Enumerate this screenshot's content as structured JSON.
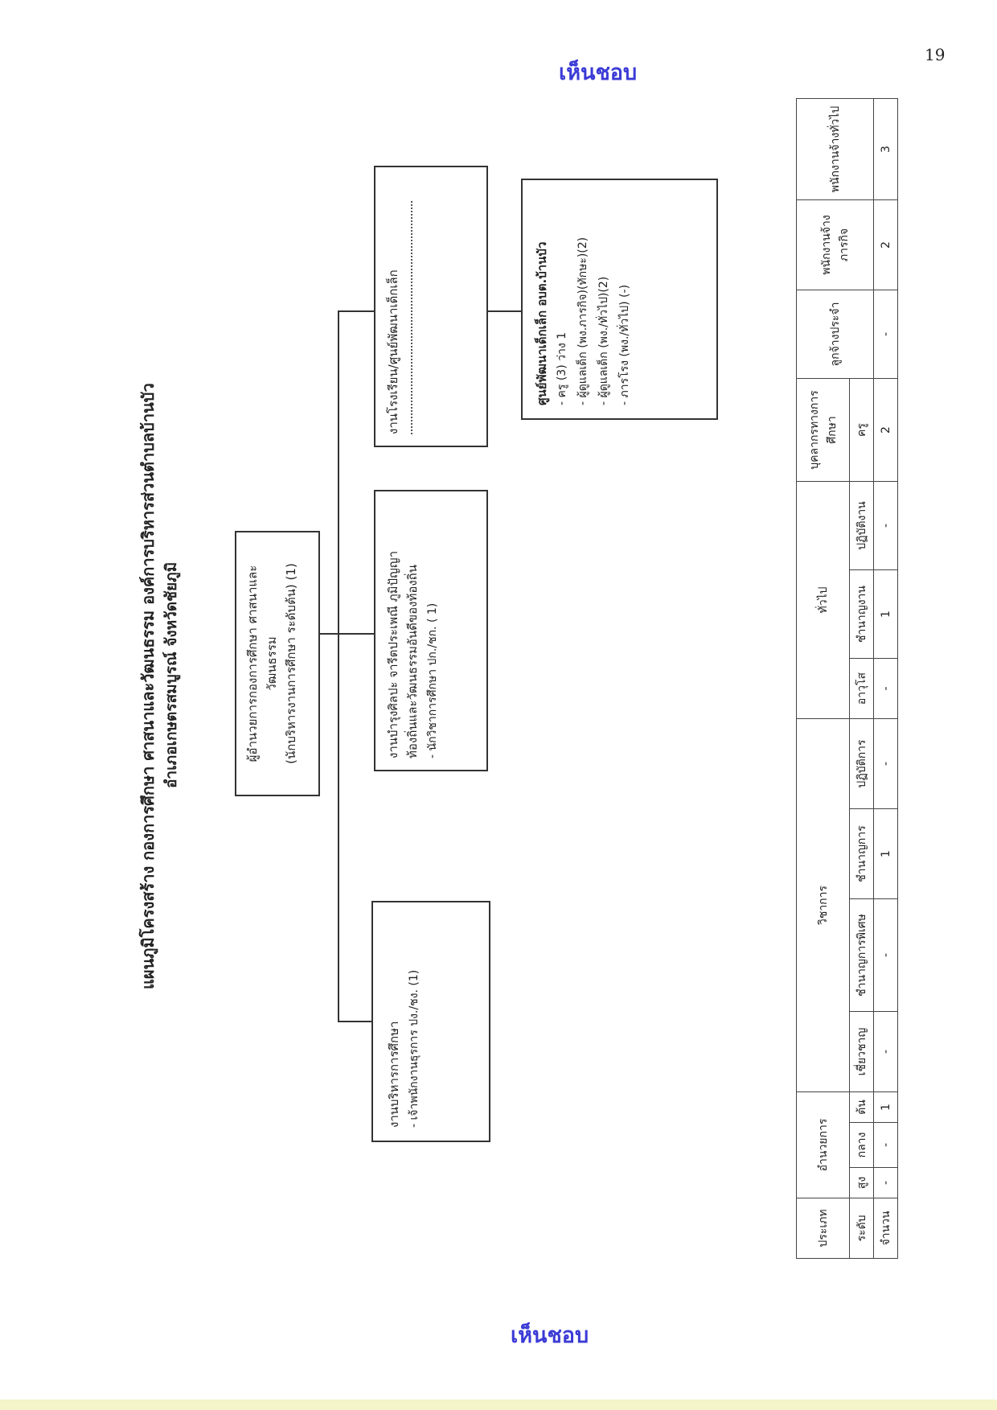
{
  "page_number": "19",
  "stamp_text": "เห็นชอบ",
  "title": {
    "line1": "แผนภูมิโครงสร้าง  กองการศึกษา ศาสนาและวัฒนธรรม  องค์การบริหารส่วนตำบลบ้านบัว",
    "line2": "อำเภอเกษตรสมบูรณ์ จังหวัดชัยภูมิ"
  },
  "org": {
    "main": {
      "line1": "ผู้อำนวยการกองการศึกษา ศาสนาและวัฒนธรรม",
      "line2": "(นักบริหารงานการศึกษา ระดับต้น) (1)"
    },
    "admin": {
      "title": "งานบริหารการศึกษา",
      "lines": [
        "- เจ้าพนักงานธุรการ  ปง./ชง. (1)"
      ]
    },
    "culture": {
      "title": "งานบำรุงศิลปะ  จารีตประเพณี ภูมิปัญญา",
      "title2": "ท้องถิ่นและวัฒนธรรมอันดีของท้องถิ่น",
      "lines": [
        "- นักวิชาการศึกษา  ปก./ชก. ( 1)"
      ]
    },
    "school": {
      "title": "งานโรงเรียน/ศูนย์พัฒนาเด็กเล็ก"
    },
    "center": {
      "title": "ศูนย์พัฒนาเด็กเล็ก อบต.บ้านบัว",
      "lines": [
        "- ครู (3)  ว่าง 1",
        "- ผู้ดูแลเด็ก (พง.ภารกิจ)(ทักษะ)(2)",
        "- ผู้ดูแลเด็ก (พง./ทั่วไป)(2)",
        "- ภารโรง (พง./ทั่วไป) (-)"
      ]
    }
  },
  "table": {
    "type_label": "ประเภท",
    "level_label": "ระดับ",
    "count_label": "จำนวน",
    "groups": [
      "อำนวยการ",
      "วิชาการ",
      "ทั่วไป",
      "บุคลากรทางการศึกษา",
      "ลูกจ้างประจำ",
      "พนักงานจ้างภารกิจ",
      "พนักงานจ้างทั่วไป"
    ],
    "levels": [
      "สูง",
      "กลาง",
      "ต้น",
      "เชี่ยวชาญ",
      "ชำนาญการพิเศษ",
      "ชำนาญการ",
      "ปฏิบัติการ",
      "อาวุโส",
      "ชำนาญงาน",
      "ปฏิบัติงาน",
      "ครู"
    ],
    "counts": [
      "-",
      "-",
      "1",
      "-",
      "-",
      "1",
      "-",
      "-",
      "1",
      "-",
      "2",
      "-",
      "2",
      "3"
    ]
  }
}
